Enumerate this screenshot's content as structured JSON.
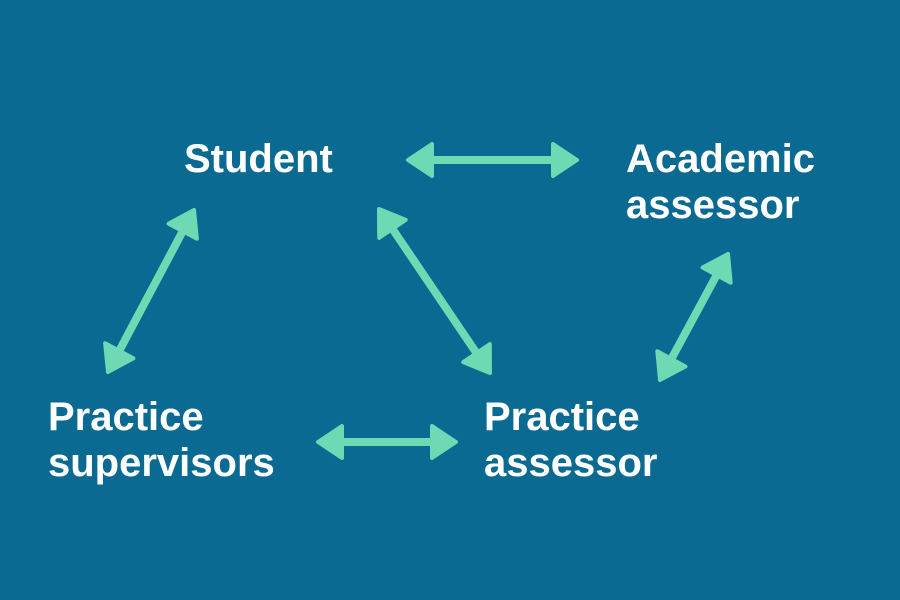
{
  "colors": {
    "background": "#0a6a91",
    "arrow": "#6fd9b4",
    "text": "#ffffff"
  },
  "nodes": {
    "student": {
      "lines": [
        "Student"
      ]
    },
    "academic_assessor": {
      "lines": [
        "Academic",
        "assessor"
      ]
    },
    "practice_supervisors": {
      "lines": [
        "Practice",
        "supervisors"
      ]
    },
    "practice_assessor": {
      "lines": [
        "Practice",
        "assessor"
      ]
    }
  },
  "connections": [
    {
      "from": "student",
      "to": "academic_assessor",
      "bidirectional": true
    },
    {
      "from": "student",
      "to": "practice_supervisors",
      "bidirectional": true
    },
    {
      "from": "student",
      "to": "practice_assessor",
      "bidirectional": true
    },
    {
      "from": "practice_supervisors",
      "to": "practice_assessor",
      "bidirectional": true
    },
    {
      "from": "practice_assessor",
      "to": "academic_assessor",
      "bidirectional": true
    }
  ]
}
